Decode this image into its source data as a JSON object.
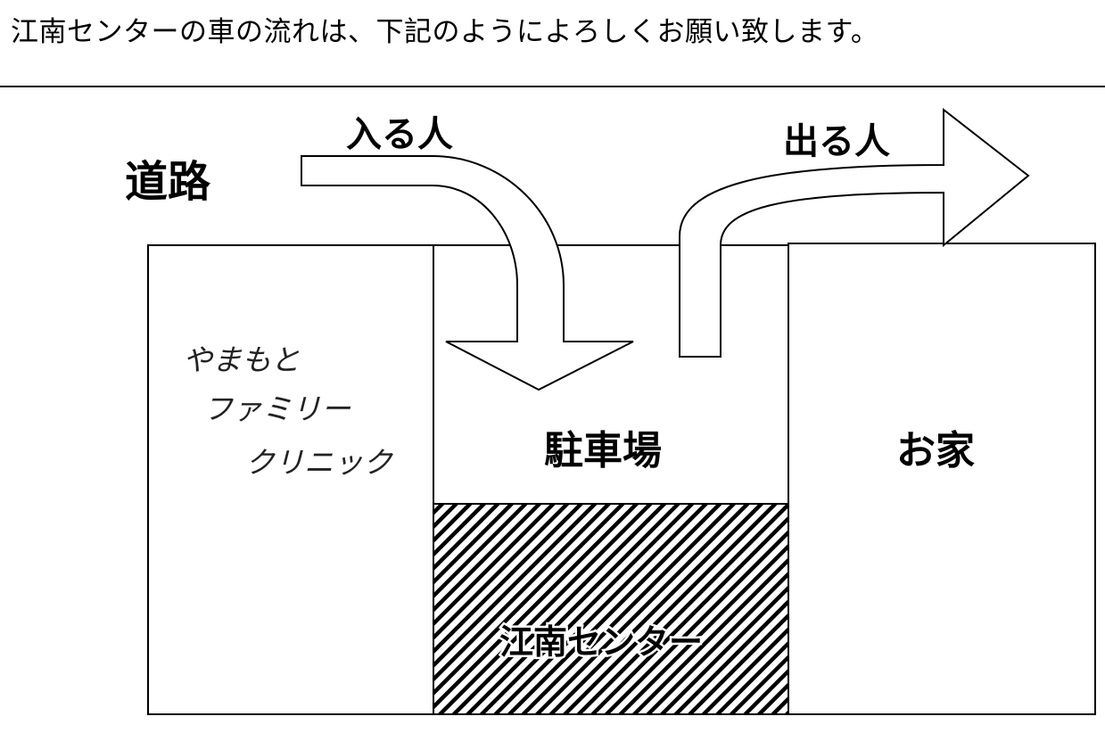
{
  "heading": "江南センターの車の流れは、下記のようによろしくお願い致します。",
  "labels": {
    "road": "道路",
    "enter": "入る人",
    "exit": "出る人",
    "parking": "駐車場",
    "house": "お家",
    "center": "江南センター"
  },
  "clinic": {
    "line1": "やまもと",
    "line2": "ファミリー",
    "line3": "クリニック"
  }
}
